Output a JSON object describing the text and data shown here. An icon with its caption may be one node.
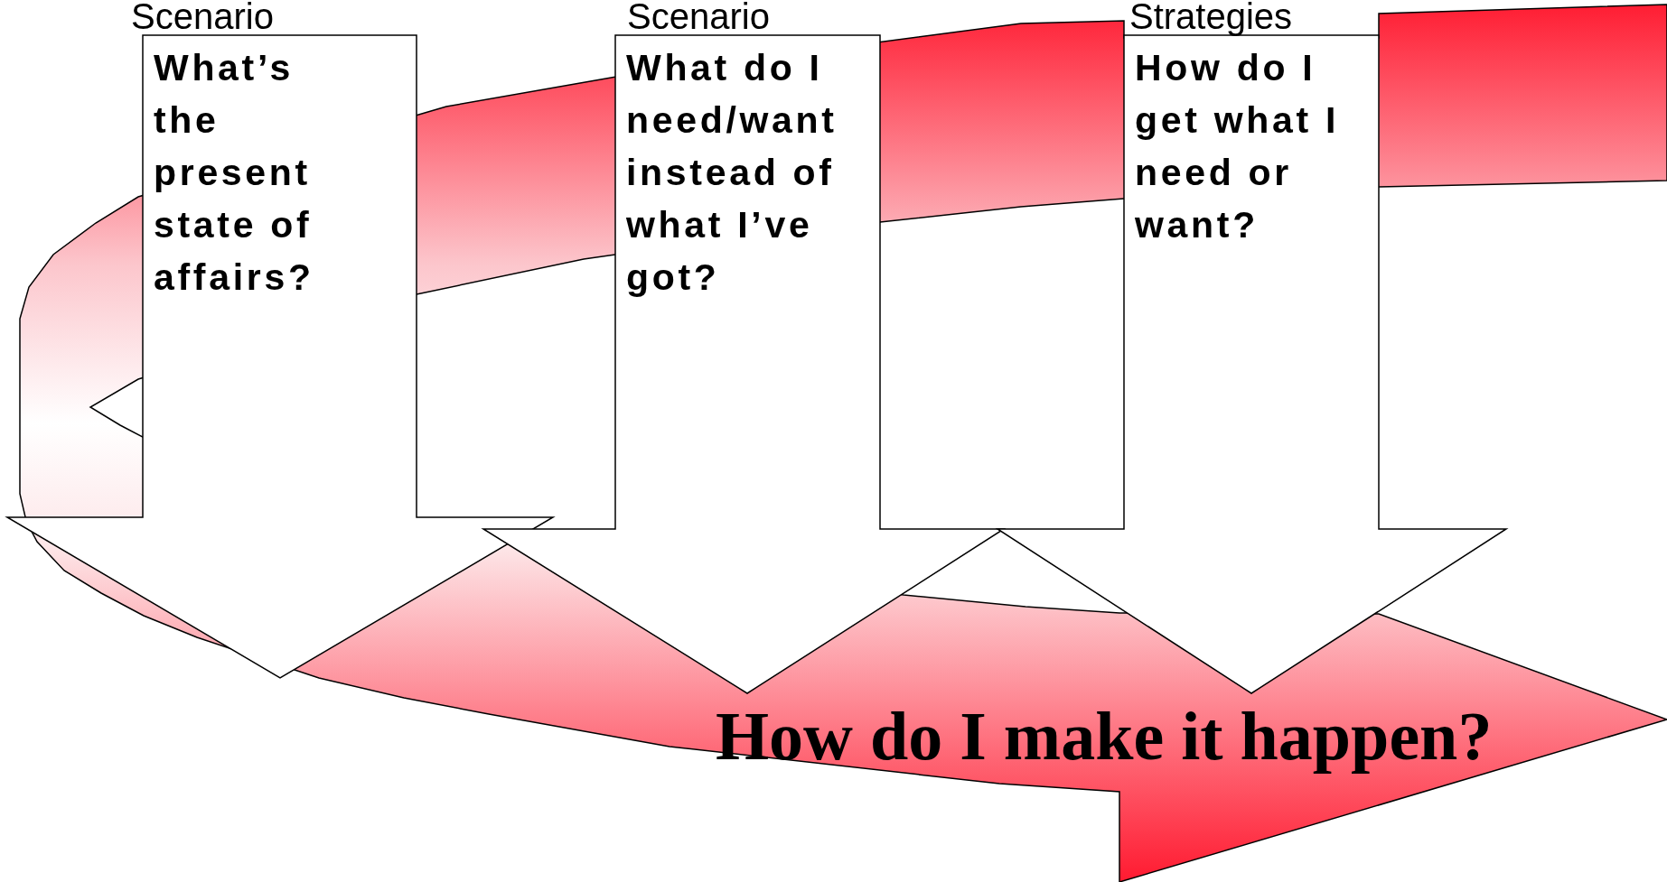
{
  "diagram": {
    "nodes": [
      {
        "text": [
          "Scenario",
          "What’s the present state of affairs?"
        ]
      },
      {
        "text": [
          "Scenario",
          "What do I need/want instead of what I’ve got?"
        ]
      },
      {
        "text": [
          "Strategies",
          "How do I get what I need or want?"
        ]
      },
      {
        "text": [
          "How do I make it happen?"
        ]
      }
    ],
    "edges": []
  }
}
